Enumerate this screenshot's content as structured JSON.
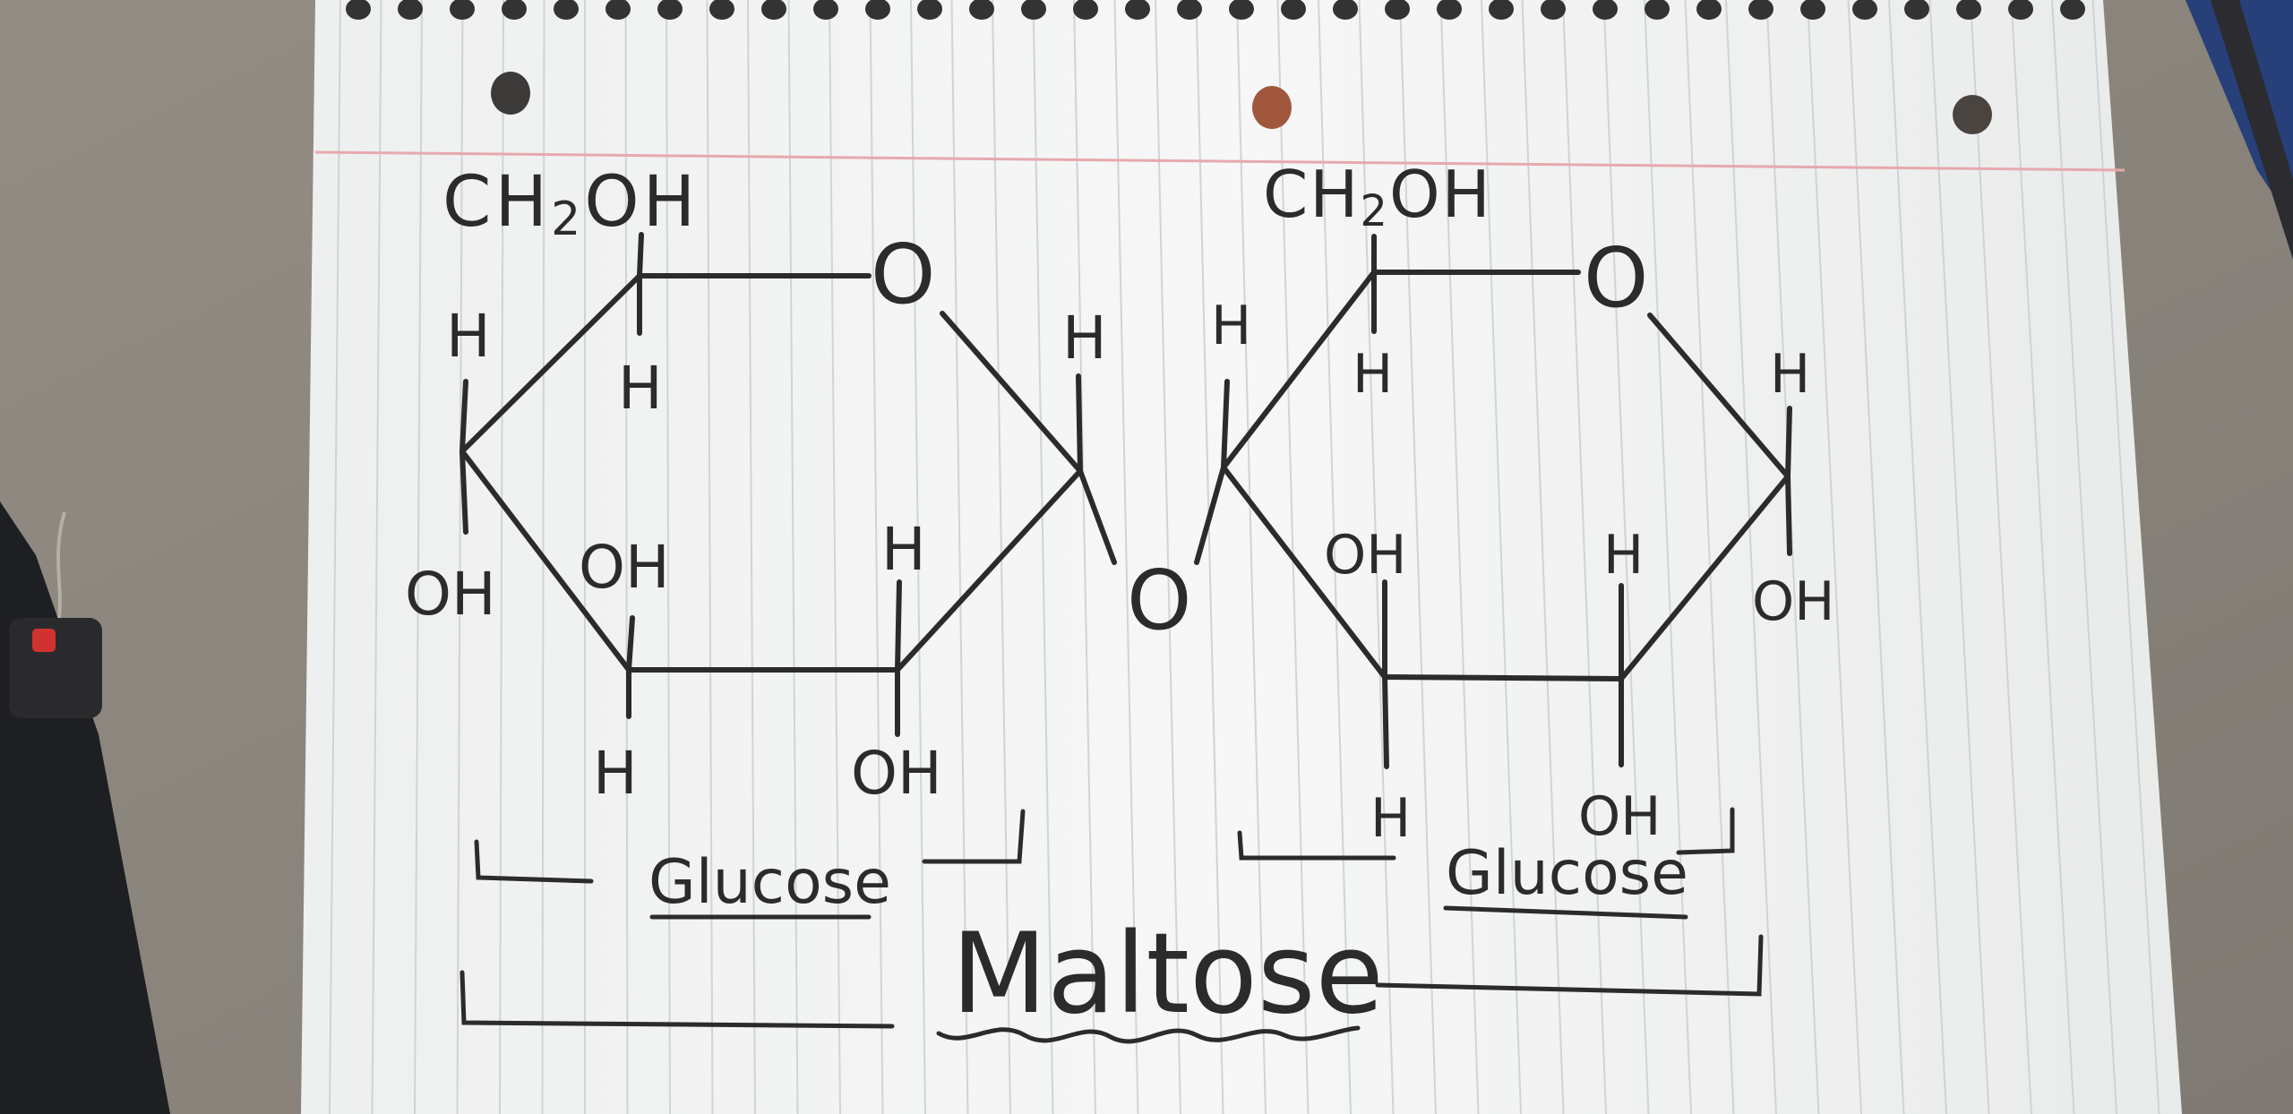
{
  "diagram": {
    "left_ring": {
      "ch2oh": "CH",
      "ch2oh_sub": "2",
      "ch2oh_tail": "OH",
      "ring_o": "O",
      "labels": {
        "h_c5_below": "H",
        "h_c4_top": "H",
        "oh_c4": "OH",
        "oh_c3_top": "OH",
        "h_c3_bottom": "H",
        "h_c2_top": "H",
        "oh_c2_bottom": "OH",
        "h_c1_top": "H"
      }
    },
    "bridge_o": "O",
    "right_ring": {
      "ch2oh": "CH",
      "ch2oh_sub": "2",
      "ch2oh_tail": "OH",
      "ring_o": "O",
      "labels": {
        "h_c5_below": "H",
        "h_c4_top": "H",
        "oh_c3_top": "OH",
        "h_c3_bottom": "H",
        "h_c2_top": "H",
        "oh_c2_bottom": "OH",
        "h_c1_top": "H",
        "oh_c1_bottom": "OH"
      }
    },
    "glucose_left": "Glucose",
    "glucose_right": "Glucose",
    "maltose": "Maltose"
  },
  "colors": {
    "ink": "#2b2b2b",
    "paper": "#f4f5f4",
    "rule_line": "#c9cfd6",
    "margin_line": "#e6a9ad",
    "table": "#8f8a82",
    "laptop": "#1e1f22",
    "blue_object": "#27407a"
  }
}
